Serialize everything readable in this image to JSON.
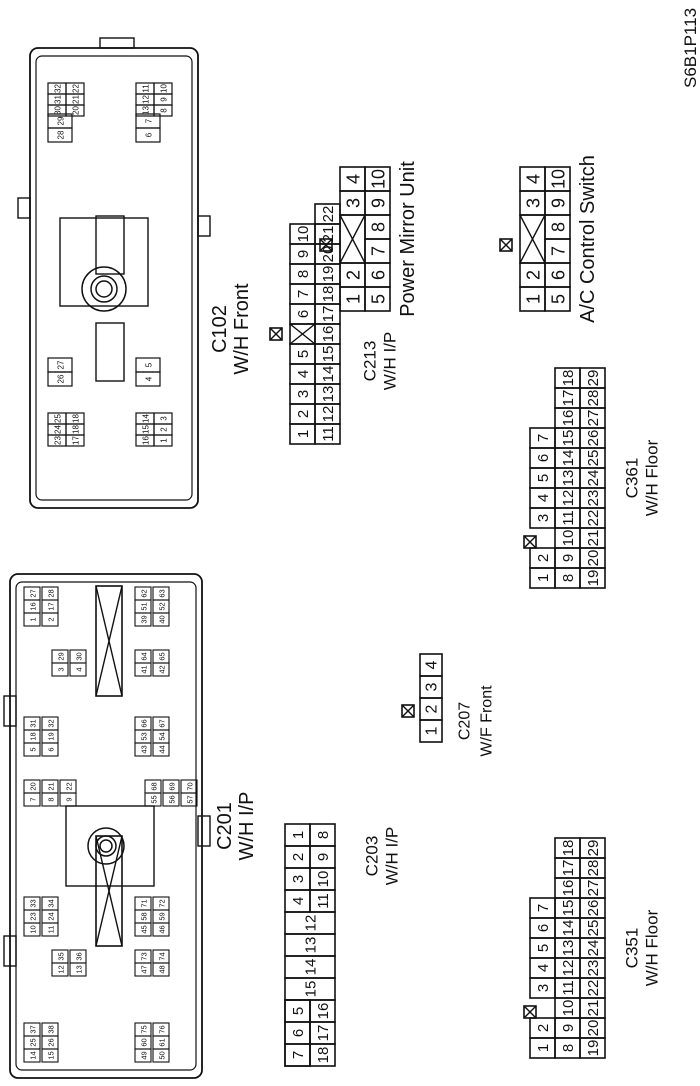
{
  "page_code": "S6B1P113",
  "connectors": {
    "c102": {
      "id": "C102",
      "desc": "W/H Front",
      "pins": {
        "g1a": [
          "30",
          "31",
          "32"
        ],
        "g1b": [
          "20",
          "21",
          "22"
        ],
        "g2": [
          "28",
          "29"
        ],
        "g3a": [
          "13",
          "12",
          "11"
        ],
        "g3b": [
          "8",
          "9",
          "10"
        ],
        "g4": [
          "6",
          "7"
        ],
        "g5a": [
          "23",
          "24",
          "25"
        ],
        "g5b": [
          "17",
          "18",
          "18"
        ],
        "g6": [
          "26",
          "27"
        ],
        "g7a": [
          "16",
          "15",
          "14"
        ],
        "g7b": [
          "1",
          "2",
          "3"
        ],
        "g8": [
          "4",
          "5"
        ]
      }
    },
    "power_mirror": {
      "id": "Power Mirror Unit",
      "top": [
        "1",
        "2",
        "",
        "3",
        "4"
      ],
      "bottom": [
        "5",
        "6",
        "7",
        "8",
        "9",
        "10"
      ]
    },
    "ac_switch": {
      "id": "A/C Control Switch",
      "top": [
        "1",
        "2",
        "",
        "3",
        "4"
      ],
      "bottom": [
        "5",
        "6",
        "7",
        "8",
        "9",
        "10"
      ]
    },
    "c213": {
      "id": "C213",
      "desc": "W/H I/P",
      "top": [
        "1",
        "2",
        "3",
        "4",
        "5",
        "",
        "6",
        "7",
        "8",
        "9",
        "10"
      ],
      "bottom": [
        "11",
        "12",
        "13",
        "14",
        "15",
        "16",
        "17",
        "18",
        "19",
        "20",
        "21",
        "22"
      ]
    },
    "c361": {
      "id": "C361",
      "desc": "W/H Floor",
      "r1": [
        "1",
        "2",
        "",
        "3",
        "4",
        "5",
        "6",
        "7"
      ],
      "r2": [
        "8",
        "9",
        "10",
        "11",
        "12",
        "13",
        "14",
        "15",
        "16",
        "17",
        "18"
      ],
      "r3": [
        "19",
        "20",
        "21",
        "22",
        "23",
        "24",
        "25",
        "26",
        "27",
        "28",
        "29"
      ]
    },
    "c351": {
      "id": "C351",
      "desc": "W/H Floor",
      "r1": [
        "1",
        "2",
        "",
        "3",
        "4",
        "5",
        "6",
        "7"
      ],
      "r2": [
        "8",
        "9",
        "10",
        "11",
        "12",
        "13",
        "14",
        "15",
        "16",
        "17",
        "18"
      ],
      "r3": [
        "19",
        "20",
        "21",
        "22",
        "23",
        "24",
        "25",
        "26",
        "27",
        "28",
        "29"
      ]
    },
    "c207": {
      "id": "C207",
      "desc": "W/F Front",
      "pins": [
        "1",
        "2",
        "3",
        "4"
      ]
    },
    "c203": {
      "id": "C203",
      "desc": "W/H I/P",
      "top": [
        "1",
        "2",
        "3",
        "4",
        "",
        "",
        "",
        "5",
        "6",
        "7"
      ],
      "mid": [
        "12",
        "13",
        "14",
        "15"
      ],
      "bottom": [
        "8",
        "9",
        "10",
        "11",
        "16",
        "17",
        "18"
      ]
    },
    "c201": {
      "id": "C201",
      "desc": "W/H I/P",
      "pins": {
        "a1": [
          "1",
          "16",
          "27"
        ],
        "a2": [
          "2",
          "17",
          "28"
        ],
        "a3": [
          "39",
          "51",
          "62"
        ],
        "a4": [
          "40",
          "52",
          "63"
        ],
        "b1": [
          "3",
          "29"
        ],
        "b2": [
          "4",
          "30"
        ],
        "b3": [
          "41",
          "64"
        ],
        "b4": [
          "42",
          "65"
        ],
        "c1": [
          "5",
          "18",
          "31"
        ],
        "c2": [
          "6",
          "19",
          "32"
        ],
        "c3": [
          "43",
          "53",
          "66"
        ],
        "c4": [
          "44",
          "54",
          "67"
        ],
        "d1": [
          "7",
          "20"
        ],
        "d2": [
          "8",
          "21"
        ],
        "d3": [
          "9",
          "22"
        ],
        "d4": [
          "55",
          "68"
        ],
        "d5": [
          "56",
          "69"
        ],
        "d6": [
          "57",
          "70"
        ],
        "e1": [
          "10",
          "23",
          "33"
        ],
        "e2": [
          "11",
          "24",
          "34"
        ],
        "e3": [
          "45",
          "58",
          "71"
        ],
        "e4": [
          "46",
          "59",
          "72"
        ],
        "f1": [
          "12",
          "35"
        ],
        "f2": [
          "13",
          "36"
        ],
        "f3": [
          "47",
          "73"
        ],
        "f4": [
          "48",
          "74"
        ],
        "g1": [
          "14",
          "25",
          "37"
        ],
        "g2": [
          "15",
          "26",
          "38"
        ],
        "g3": [
          "49",
          "60",
          "75"
        ],
        "g4": [
          "50",
          "61",
          "76"
        ]
      }
    }
  }
}
